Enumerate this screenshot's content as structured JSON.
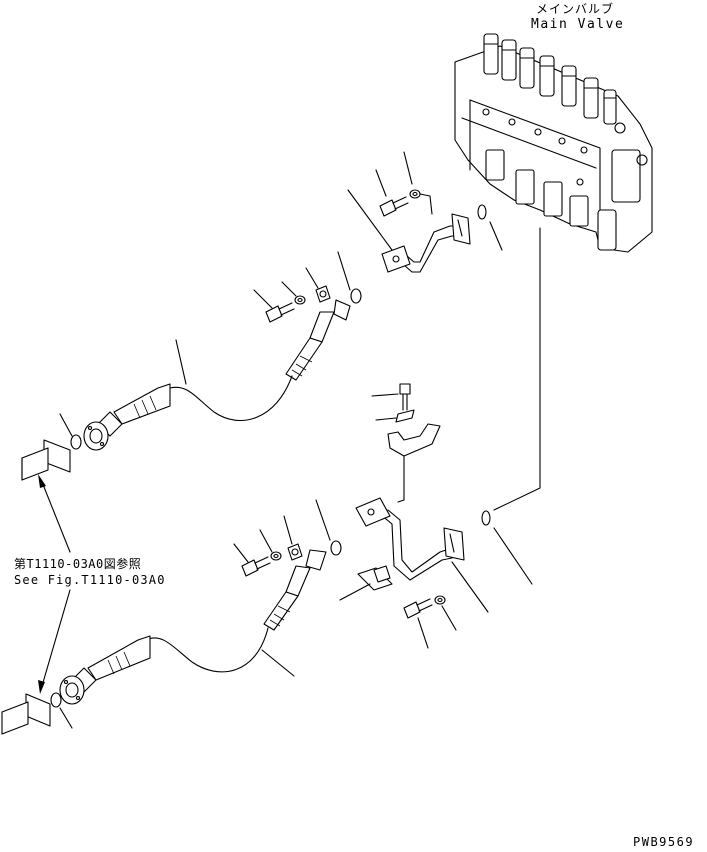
{
  "labels": {
    "main_valve_ja": "メインバルブ",
    "main_valve_en": "Main Valve",
    "reference_ja": "第T1110-03A0図参照",
    "reference_en": "See Fig.T1110-03A0",
    "drawing_code": "PWB9569"
  },
  "icons": {
    "main_valve": "main-valve-block-icon",
    "hose": "hydraulic-hose-icon",
    "tube": "steel-tube-icon",
    "bolt": "bolt-icon",
    "washer": "washer-icon",
    "clamp": "split-flange-clamp-icon",
    "o_ring": "o-ring-icon",
    "bracket": "clamp-bracket-icon",
    "block": "mount-block-icon",
    "connector": "pipe-connector-icon"
  },
  "colors": {
    "line": "#000000",
    "background": "#ffffff"
  }
}
